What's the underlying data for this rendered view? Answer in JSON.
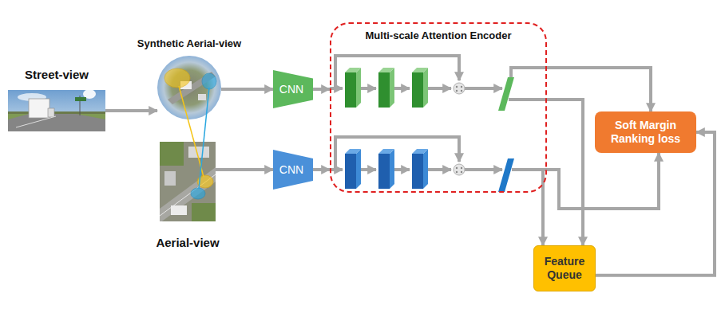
{
  "diagram": {
    "nodes": [
      {
        "text": [
          "Street-view"
        ]
      },
      {
        "text": [
          "Synthetic Aerial-view"
        ]
      },
      {
        "text": [
          "Aerial-view"
        ]
      },
      {
        "text": [
          "CNN"
        ]
      },
      {
        "text": [
          "CNN"
        ]
      },
      {
        "text": [
          "Multi-scale Attention Encoder"
        ]
      },
      {
        "text": [
          "Soft Margin Ranking loss"
        ]
      },
      {
        "text": [
          "Feature Queue"
        ]
      }
    ],
    "edges": [
      {
        "from": 0,
        "to": 1,
        "arrow": "to"
      },
      {
        "from": 1,
        "to": 3,
        "arrow": "to"
      },
      {
        "from": 2,
        "to": 4,
        "arrow": "to"
      },
      {
        "from": 3,
        "to": 5,
        "arrow": "to"
      },
      {
        "from": 4,
        "to": 5,
        "arrow": "to"
      },
      {
        "from": 5,
        "to": 6,
        "arrow": "to"
      },
      {
        "from": 5,
        "to": 6,
        "arrow": "to"
      },
      {
        "from": 5,
        "to": 7,
        "arrow": "to"
      },
      {
        "from": 5,
        "to": 7,
        "arrow": "to"
      },
      {
        "from": 7,
        "to": 6,
        "arrow": "to"
      }
    ]
  }
}
